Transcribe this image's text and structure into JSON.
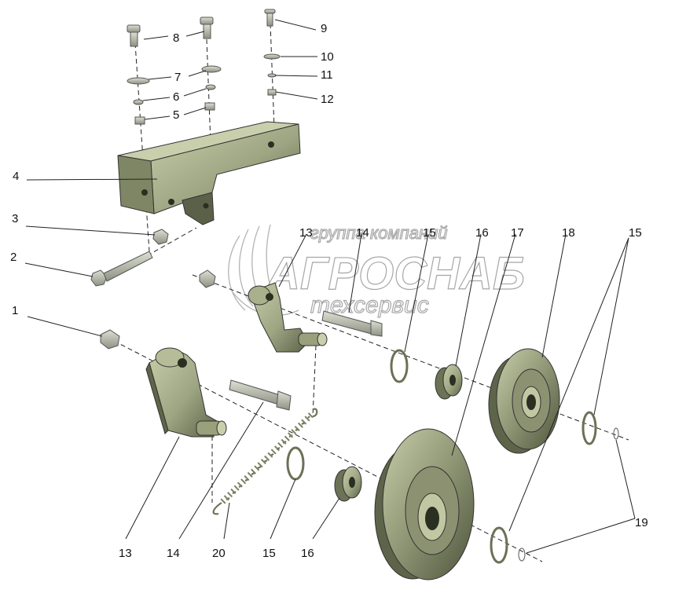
{
  "watermark": {
    "line1": "группа компаний",
    "line2": "АГРОСНАБ",
    "line3": "техсервис"
  },
  "callouts": {
    "c1": "1",
    "c2": "2",
    "c3": "3",
    "c4": "4",
    "c5": "5",
    "c6": "6",
    "c7": "7",
    "c8": "8",
    "c9": "9",
    "c10": "10",
    "c11": "11",
    "c12": "12",
    "c13a": "13",
    "c14a": "14",
    "c15a": "15",
    "c16a": "16",
    "c17": "17",
    "c18": "18",
    "c15b": "15",
    "c13b": "13",
    "c14b": "14",
    "c20": "20",
    "c15c": "15",
    "c16b": "16",
    "c19": "19"
  },
  "colors": {
    "part_fill": "#a9b08c",
    "part_shade": "#6f7658",
    "part_dark": "#444a33",
    "hardware": "#b9bdb0"
  }
}
